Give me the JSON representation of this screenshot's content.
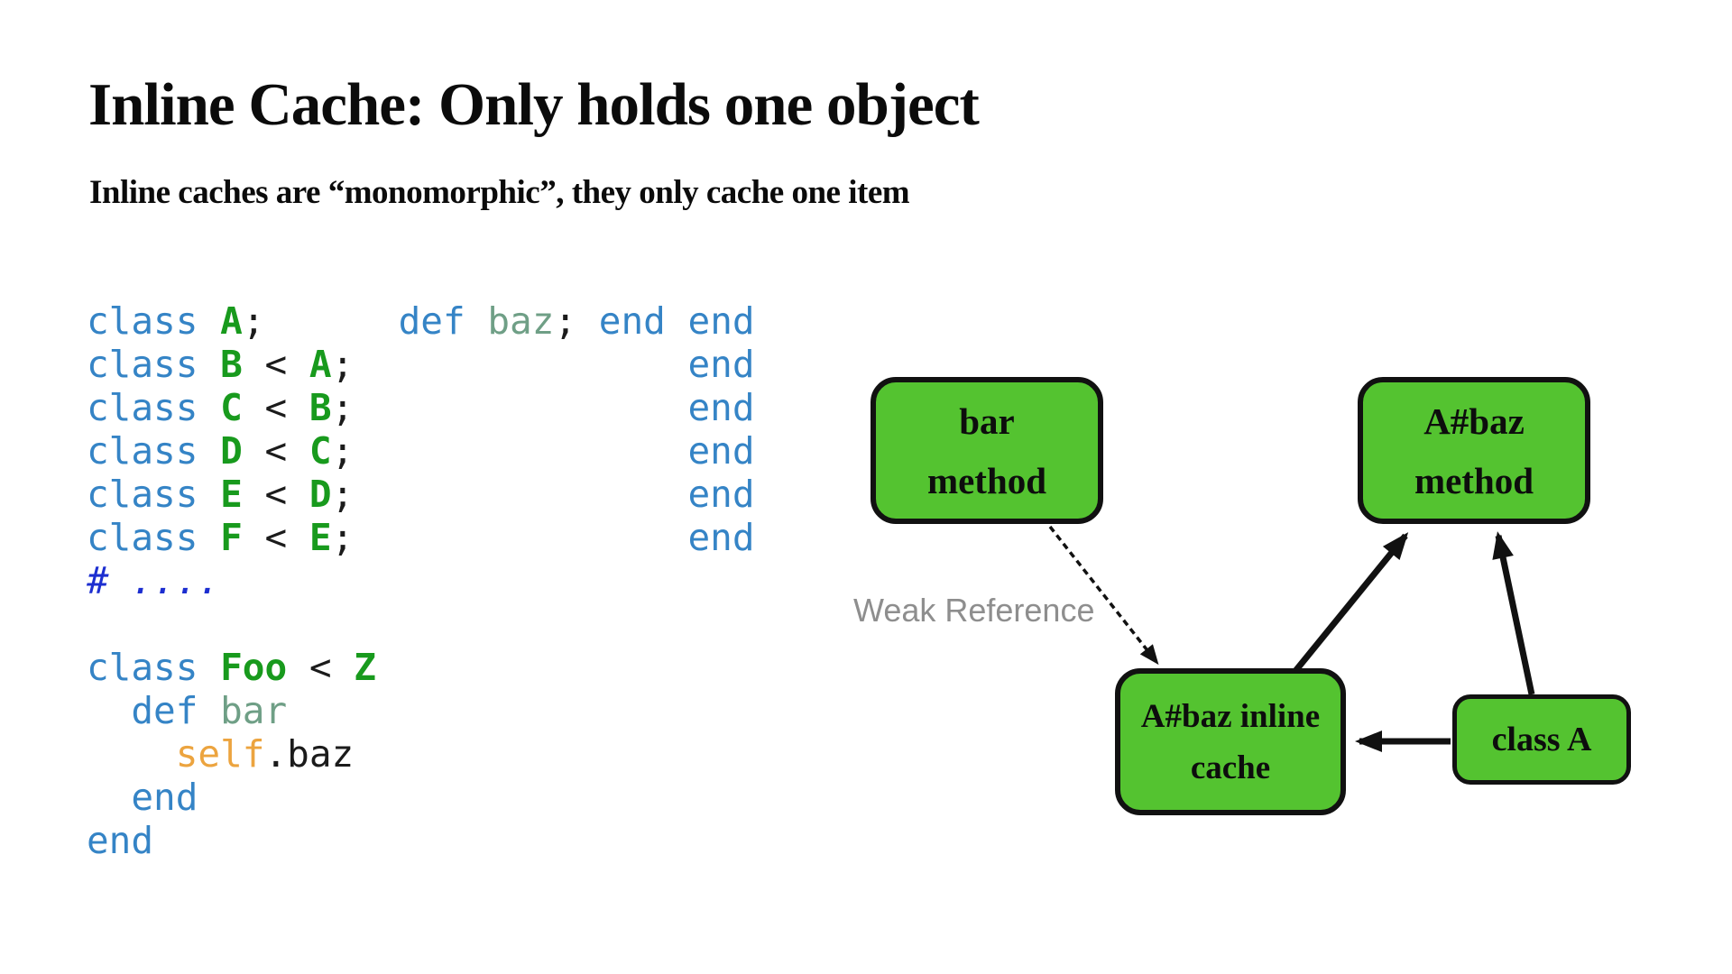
{
  "slide": {
    "title": "Inline Cache: Only holds one object",
    "subtitle": "Inline caches are “monomorphic”, they only cache one item"
  },
  "code": {
    "colors": {
      "keyword": "#3584c6",
      "class_name": "#189a1d",
      "method_name": "#6f9f86",
      "comment": "#1c2ed0",
      "self": "#eca43f",
      "plain": "#1b1b1b"
    },
    "lines": [
      [
        [
          "kw",
          "class"
        ],
        [
          "pl",
          " "
        ],
        [
          "cn",
          "A"
        ],
        [
          "pl",
          ";      "
        ],
        [
          "kw",
          "def"
        ],
        [
          "pl",
          " "
        ],
        [
          "mn",
          "baz"
        ],
        [
          "pl",
          "; "
        ],
        [
          "kw",
          "end"
        ],
        [
          "pl",
          " "
        ],
        [
          "kw",
          "end"
        ]
      ],
      [
        [
          "kw",
          "class"
        ],
        [
          "pl",
          " "
        ],
        [
          "cn",
          "B"
        ],
        [
          "pl",
          " < "
        ],
        [
          "cn",
          "A"
        ],
        [
          "pl",
          ";               "
        ],
        [
          "kw",
          "end"
        ]
      ],
      [
        [
          "kw",
          "class"
        ],
        [
          "pl",
          " "
        ],
        [
          "cn",
          "C"
        ],
        [
          "pl",
          " < "
        ],
        [
          "cn",
          "B"
        ],
        [
          "pl",
          ";               "
        ],
        [
          "kw",
          "end"
        ]
      ],
      [
        [
          "kw",
          "class"
        ],
        [
          "pl",
          " "
        ],
        [
          "cn",
          "D"
        ],
        [
          "pl",
          " < "
        ],
        [
          "cn",
          "C"
        ],
        [
          "pl",
          ";               "
        ],
        [
          "kw",
          "end"
        ]
      ],
      [
        [
          "kw",
          "class"
        ],
        [
          "pl",
          " "
        ],
        [
          "cn",
          "E"
        ],
        [
          "pl",
          " < "
        ],
        [
          "cn",
          "D"
        ],
        [
          "pl",
          ";               "
        ],
        [
          "kw",
          "end"
        ]
      ],
      [
        [
          "kw",
          "class"
        ],
        [
          "pl",
          " "
        ],
        [
          "cn",
          "F"
        ],
        [
          "pl",
          " < "
        ],
        [
          "cn",
          "E"
        ],
        [
          "pl",
          ";               "
        ],
        [
          "kw",
          "end"
        ]
      ],
      [
        [
          "cm",
          "# ...."
        ]
      ],
      [],
      [
        [
          "kw",
          "class"
        ],
        [
          "pl",
          " "
        ],
        [
          "cn",
          "Foo"
        ],
        [
          "pl",
          " < "
        ],
        [
          "cn",
          "Z"
        ]
      ],
      [
        [
          "pl",
          "  "
        ],
        [
          "kw",
          "def"
        ],
        [
          "pl",
          " "
        ],
        [
          "mn",
          "bar"
        ]
      ],
      [
        [
          "pl",
          "    "
        ],
        [
          "sf",
          "self"
        ],
        [
          "pl",
          ".baz"
        ]
      ],
      [
        [
          "pl",
          "  "
        ],
        [
          "kw",
          "end"
        ]
      ],
      [
        [
          "kw",
          "end"
        ]
      ]
    ]
  },
  "diagram": {
    "boxes": [
      {
        "label": "bar\nmethod"
      },
      {
        "label": "A#baz\nmethod"
      },
      {
        "label": "A#baz inline\ncache"
      },
      {
        "label": "class A"
      }
    ],
    "edges": [
      {
        "from": "bar method",
        "to": "A#baz inline cache",
        "style": "dashed",
        "label": "Weak Reference"
      },
      {
        "from": "A#baz inline cache",
        "to": "A#baz method",
        "style": "solid"
      },
      {
        "from": "class A",
        "to": "A#baz method",
        "style": "solid"
      },
      {
        "from": "class A",
        "to": "A#baz inline cache",
        "style": "solid"
      }
    ],
    "edge_label": "Weak Reference",
    "colors": {
      "node_fill": "#54c330",
      "node_border": "#111111",
      "arrow": "#111111",
      "edge_label_gray": "#8e8e8e"
    }
  }
}
